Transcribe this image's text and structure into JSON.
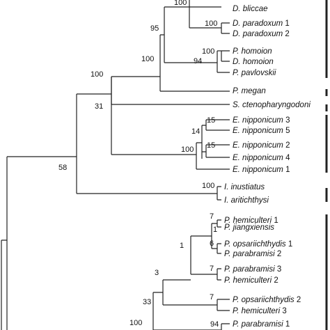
{
  "taxa": [
    {
      "id": "t1",
      "genus": "D.",
      "species": "bliccae",
      "num": ""
    },
    {
      "id": "t2",
      "genus": "D.",
      "species": "paradoxum",
      "num": "2"
    },
    {
      "id": "t3",
      "genus": "D.",
      "species": "paradoxum",
      "num": "1"
    },
    {
      "id": "t4",
      "genus": "P.",
      "species": "homoion",
      "num": ""
    },
    {
      "id": "t5",
      "genus": "D.",
      "species": "homoion",
      "num": ""
    },
    {
      "id": "t6",
      "genus": "P.",
      "species": "pavlovskii",
      "num": ""
    },
    {
      "id": "t7",
      "genus": "P.",
      "species": "megan",
      "num": ""
    },
    {
      "id": "t8",
      "genus": "S.",
      "species": "ctenopharyngodoni",
      "num": ""
    },
    {
      "id": "t9",
      "genus": "E.",
      "species": "nipponicum",
      "num": "3"
    },
    {
      "id": "t10",
      "genus": "E.",
      "species": "nipponicum",
      "num": "5"
    },
    {
      "id": "t11",
      "genus": "E.",
      "species": "nipponicum",
      "num": "2"
    },
    {
      "id": "t12",
      "genus": "E.",
      "species": "nipponicum",
      "num": "4"
    },
    {
      "id": "t13",
      "genus": "E.",
      "species": "nipponicum",
      "num": "1"
    },
    {
      "id": "t14",
      "genus": "I.",
      "species": "inustiatus",
      "num": ""
    },
    {
      "id": "t15",
      "genus": "I.",
      "species": "aritichthysi",
      "num": ""
    },
    {
      "id": "t16",
      "genus": "P.",
      "species": "hemiculteri",
      "num": "1"
    },
    {
      "id": "t17",
      "genus": "P.",
      "species": "jiangxiensis",
      "num": ""
    },
    {
      "id": "t18",
      "genus": "P.",
      "species": "opsariichthydis",
      "num": "1"
    },
    {
      "id": "t19",
      "genus": "P.",
      "species": "parabramisi",
      "num": "2"
    },
    {
      "id": "t20",
      "genus": "P.",
      "species": "parabramisi",
      "num": "3"
    },
    {
      "id": "t21",
      "genus": "P.",
      "species": "hemiculteri",
      "num": "2"
    },
    {
      "id": "t22",
      "genus": "P.",
      "species": "opsariichthydis",
      "num": "2"
    },
    {
      "id": "t23",
      "genus": "P.",
      "species": "hemiculteri",
      "num": "3"
    },
    {
      "id": "t24",
      "genus": "P.",
      "species": "parabramisi",
      "num": "1"
    }
  ],
  "supports": [
    {
      "id": "s_top",
      "value": "100"
    },
    {
      "id": "s_dp",
      "value": "100"
    },
    {
      "id": "s_95",
      "value": "95"
    },
    {
      "id": "s_hom",
      "value": "100"
    },
    {
      "id": "s_94a",
      "value": "94"
    },
    {
      "id": "s_100b",
      "value": "100"
    },
    {
      "id": "s_100c",
      "value": "100"
    },
    {
      "id": "s_31",
      "value": "31"
    },
    {
      "id": "s_15a",
      "value": "15"
    },
    {
      "id": "s_14",
      "value": "14"
    },
    {
      "id": "s_15b",
      "value": "15"
    },
    {
      "id": "s_100e",
      "value": "100"
    },
    {
      "id": "s_58",
      "value": "58"
    },
    {
      "id": "s_100i",
      "value": "100"
    },
    {
      "id": "s_7a",
      "value": "7"
    },
    {
      "id": "s_1a",
      "value": "1"
    },
    {
      "id": "s_6",
      "value": "6"
    },
    {
      "id": "s_1b",
      "value": "1"
    },
    {
      "id": "s_7b",
      "value": "7"
    },
    {
      "id": "s_3",
      "value": "3"
    },
    {
      "id": "s_7c",
      "value": "7"
    },
    {
      "id": "s_33",
      "value": "33"
    },
    {
      "id": "s_100bot",
      "value": "100"
    },
    {
      "id": "s_94b",
      "value": "94"
    }
  ]
}
